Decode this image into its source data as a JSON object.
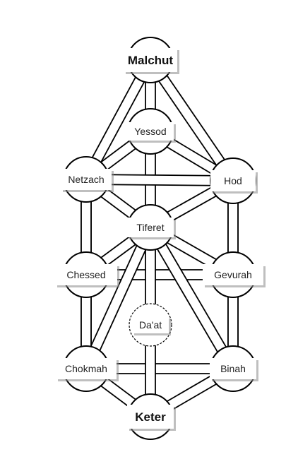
{
  "colors": {
    "line": "#000000",
    "background": "#ffffff",
    "label_box": "#ffffff",
    "label_shadow": "#8a8a8a",
    "text": "#222222"
  },
  "sefirot": [
    {
      "id": "malchut",
      "label": "Malchut",
      "major": true
    },
    {
      "id": "yessod",
      "label": "Yessod",
      "major": false
    },
    {
      "id": "netzach",
      "label": "Netzach",
      "major": false
    },
    {
      "id": "hod",
      "label": "Hod",
      "major": false
    },
    {
      "id": "tiferet",
      "label": "Tiferet",
      "major": false
    },
    {
      "id": "chessed",
      "label": "Chessed",
      "major": false
    },
    {
      "id": "gevurah",
      "label": "Gevurah",
      "major": false
    },
    {
      "id": "daat",
      "label": "Da'at",
      "major": false,
      "dashed": true
    },
    {
      "id": "chokmah",
      "label": "Chokmah",
      "major": false
    },
    {
      "id": "binah",
      "label": "Binah",
      "major": false
    },
    {
      "id": "keter",
      "label": "Keter",
      "major": true
    }
  ]
}
